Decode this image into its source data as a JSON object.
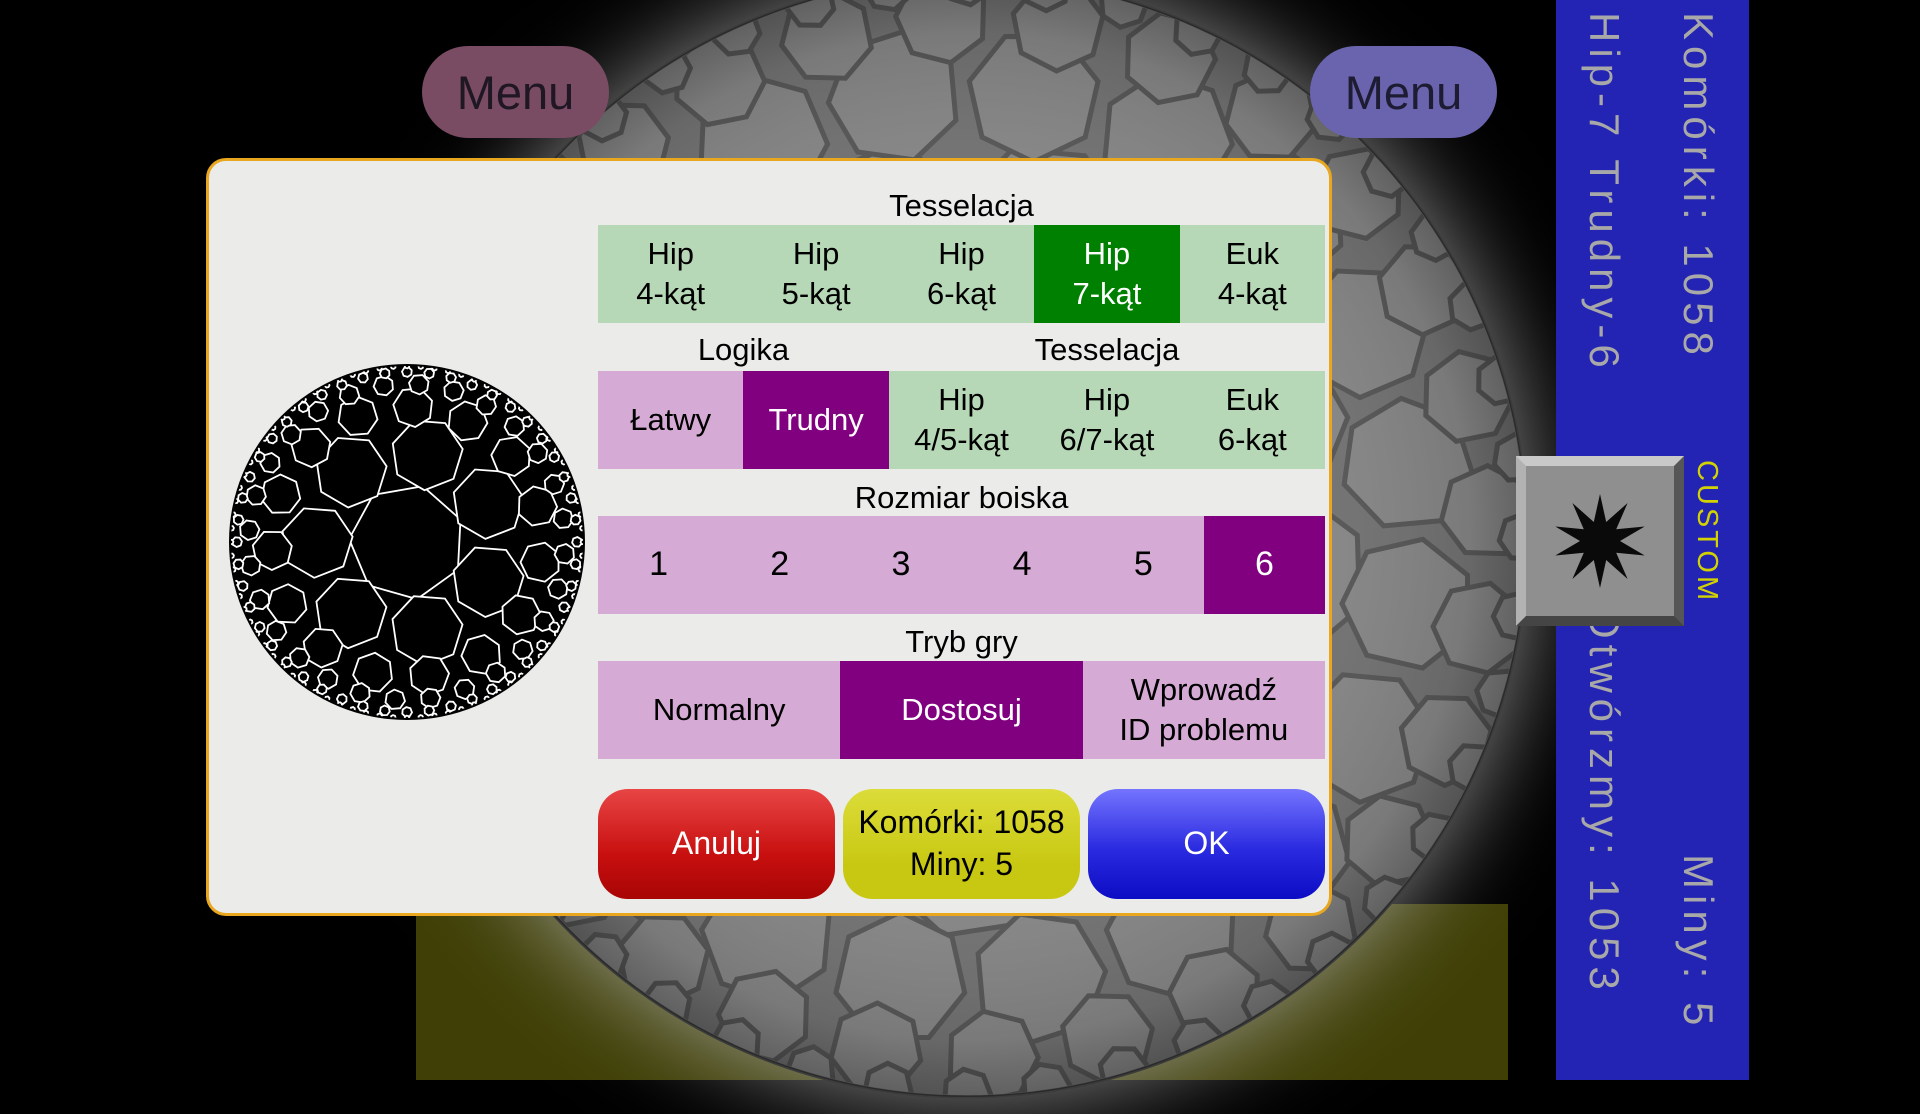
{
  "menu": {
    "left": "Menu",
    "right": "Menu"
  },
  "dialog": {
    "tess1": {
      "title": "Tesselacja",
      "options": [
        "Hip\n4-kąt",
        "Hip\n5-kąt",
        "Hip\n6-kąt",
        "Hip\n7-kąt",
        "Euk\n4-kąt"
      ],
      "selected": "Hip\n7-kąt"
    },
    "logic": {
      "title": "Logika",
      "options": [
        "Łatwy",
        "Trudny"
      ],
      "selected": "Trudny"
    },
    "tess2": {
      "title": "Tesselacja",
      "options": [
        "Hip\n4/5-kąt",
        "Hip\n6/7-kąt",
        "Euk\n6-kąt"
      ]
    },
    "size": {
      "title": "Rozmiar boiska",
      "options": [
        "1",
        "2",
        "3",
        "4",
        "5",
        "6"
      ],
      "selected": "6"
    },
    "mode": {
      "title": "Tryb gry",
      "options": [
        "Normalny",
        "Dostosuj",
        "Wprowadź\nID problemu"
      ],
      "selected": "Dostosuj"
    },
    "buttons": {
      "cancel": "Anuluj",
      "info": "Komórki: 1058\nMiny: 5",
      "ok": "OK"
    }
  },
  "sidebar": {
    "cells": "Komórki: 1058",
    "variant": "Hip-7 Trudny-6",
    "custom": "CUSTOM",
    "open": "Otwórzmy: 1053",
    "mines": "Miny: 5"
  },
  "colors": {
    "selected_green": "#008000",
    "option_green": "#b7d8b7",
    "option_purple": "#d5abd5",
    "selected_purple": "#800080",
    "dialog_border": "#e8a71e",
    "dialog_bg": "#ebebe9",
    "cancel_red": "#c80f0f",
    "info_yellow": "#c8c812",
    "ok_blue": "#2a2ae0",
    "sidebar_blue": "#2424b4",
    "sidebar_text": "#a8a8a8",
    "custom_yellow": "#d2d200",
    "menu_left_bg": "#7a4c63",
    "menu_right_bg": "#6a64ae",
    "olive": "#3f3f06"
  }
}
